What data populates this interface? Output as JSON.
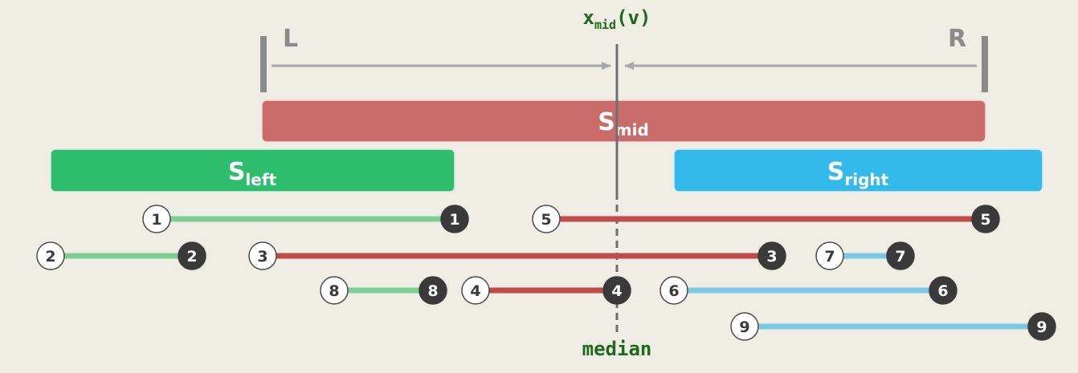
{
  "labels": {
    "xmid_base": "x",
    "xmid_sub": "mid",
    "xmid_arg": "(v)",
    "left_bound": "L",
    "right_bound": "R",
    "median": "median"
  },
  "sets": {
    "mid": {
      "base": "S",
      "sub": "mid",
      "color": "#c96b69"
    },
    "left": {
      "base": "S",
      "sub": "left",
      "color": "#2ebd6c"
    },
    "right": {
      "base": "S",
      "sub": "right",
      "color": "#33b9ea"
    }
  },
  "colors": {
    "background": "#efede4",
    "axis_gray": "#8a8a8a",
    "label_green": "#1d6a1d",
    "mid_segment": "#c24a4a",
    "left_segment": "#7ccf95",
    "right_segment": "#7cc8e6",
    "open_endpoint_fill": "#ffffff",
    "closed_endpoint_fill": "#3a3a3a"
  },
  "intervals": [
    {
      "id": "1",
      "group": "left"
    },
    {
      "id": "2",
      "group": "left"
    },
    {
      "id": "8",
      "group": "left"
    },
    {
      "id": "3",
      "group": "mid"
    },
    {
      "id": "4",
      "group": "mid"
    },
    {
      "id": "5",
      "group": "mid"
    },
    {
      "id": "6",
      "group": "right"
    },
    {
      "id": "7",
      "group": "right"
    },
    {
      "id": "9",
      "group": "right"
    }
  ]
}
